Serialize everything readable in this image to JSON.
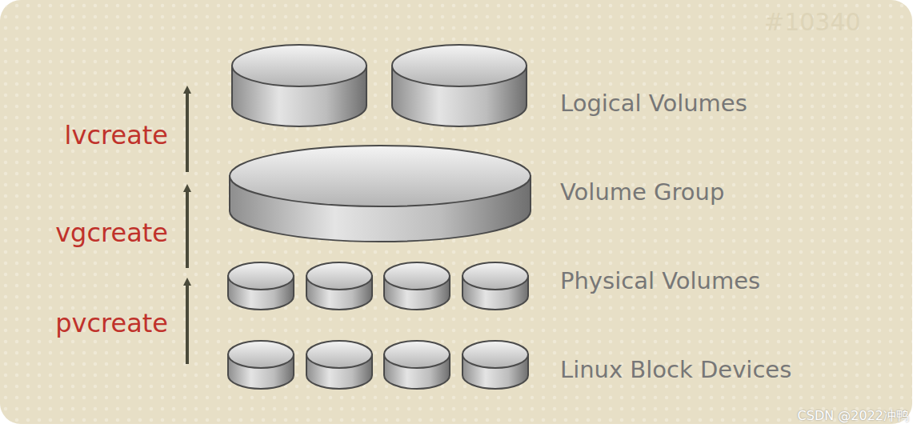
{
  "diagram": {
    "labels": [
      "#10340",
      "Logical Volumes",
      "lvcreate",
      "Volume Group",
      "vgcreate",
      "Physical Volumes",
      "pvcreate",
      "Linux Block Devices",
      "CSDN @2022冲鸭"
    ]
  }
}
